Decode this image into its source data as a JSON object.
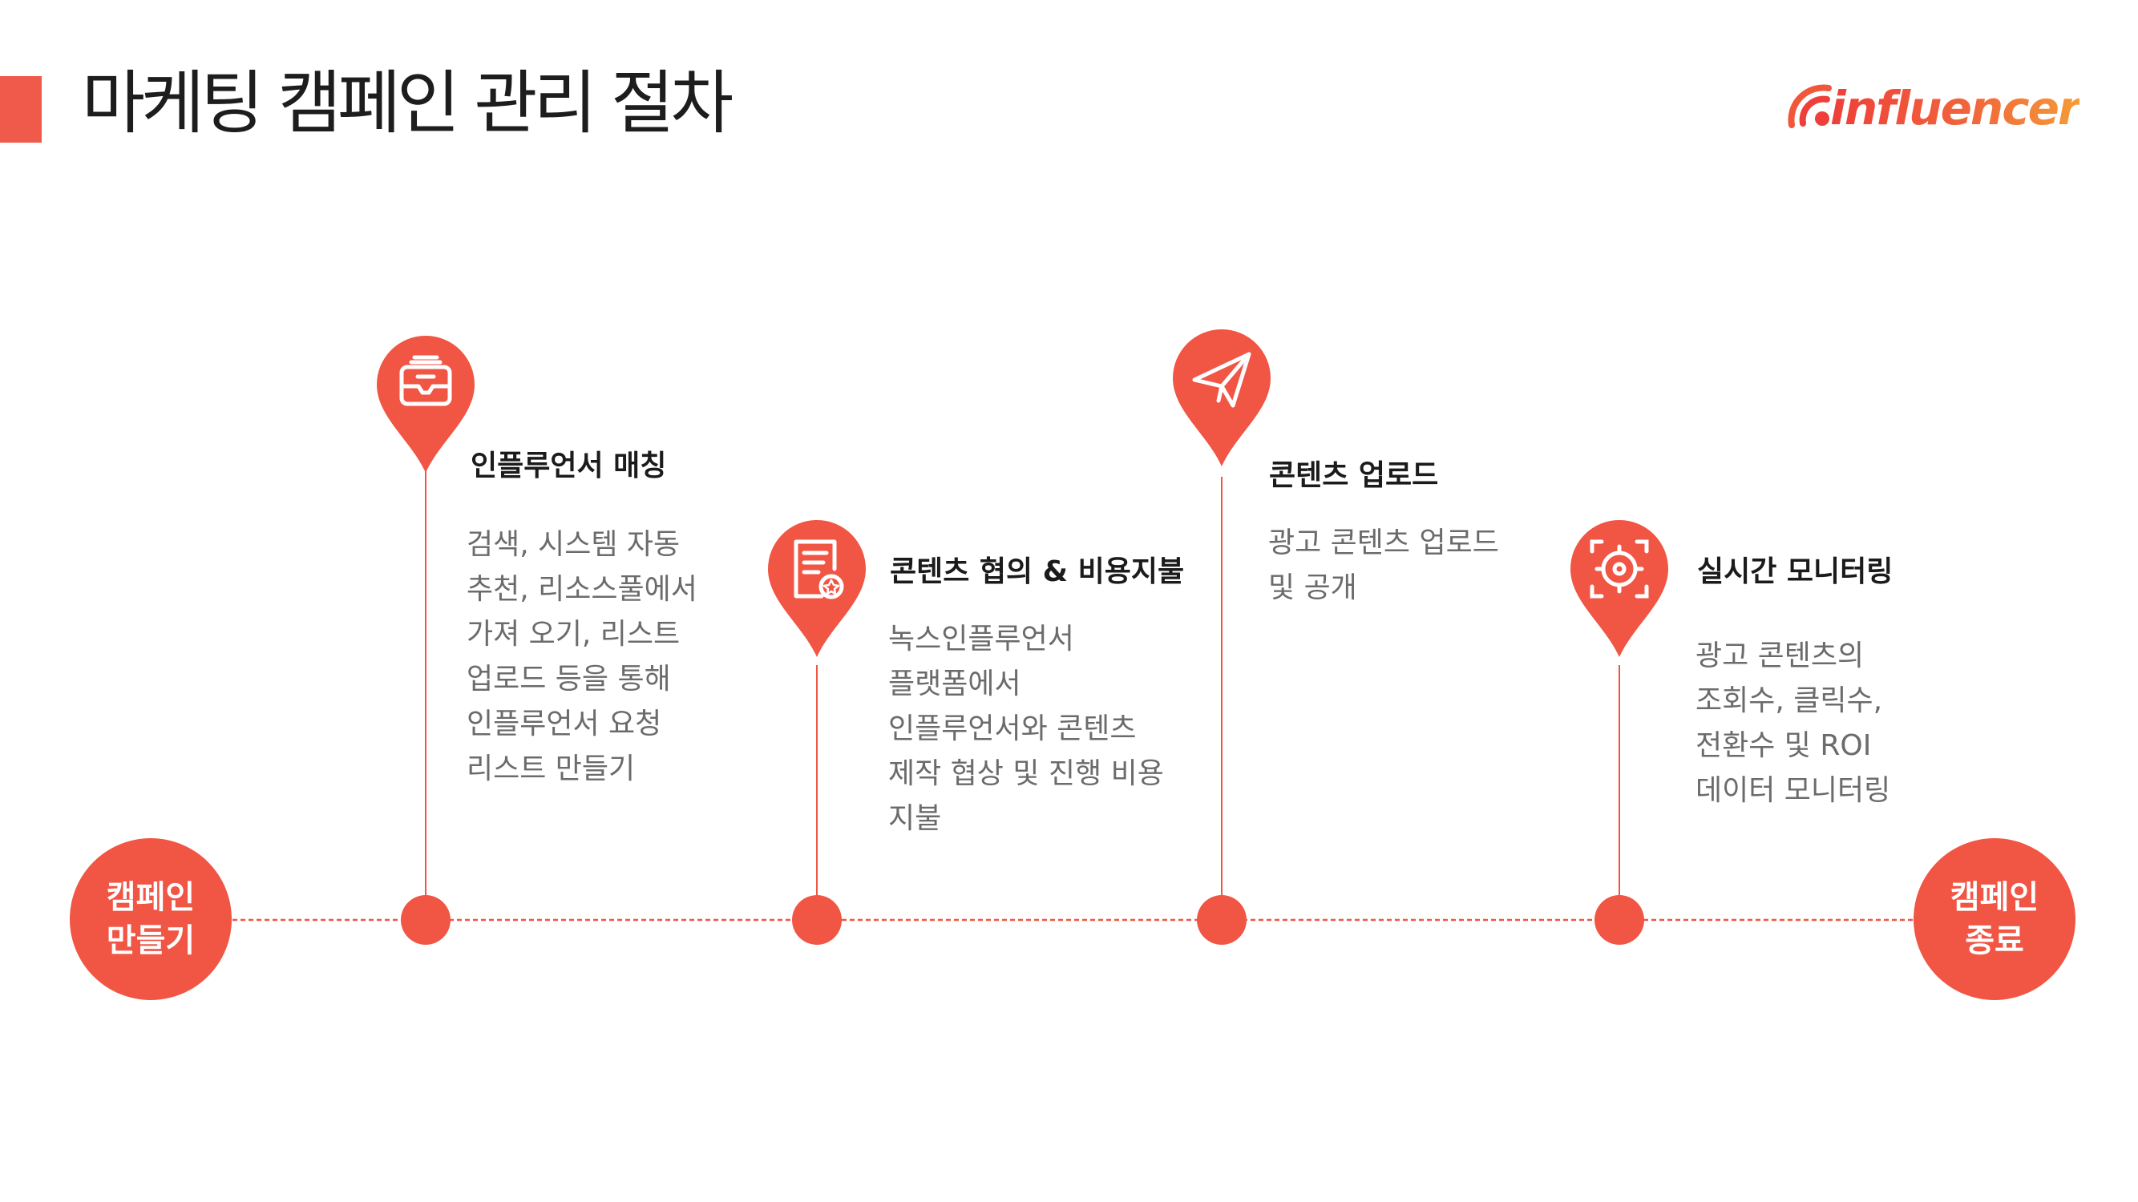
{
  "header": {
    "title": "마케팅 캠페인 관리 절차",
    "logo_text": "influencer"
  },
  "timeline": {
    "start_label": "캠페인\n만들기",
    "end_label": "캠페인\n종료",
    "steps": [
      {
        "title": "인플루언서 매칭",
        "description": "검색, 시스템 자동\n추천, 리소스풀에서\n가져 오기, 리스트\n업로드 등을 통해\n인플루언서 요청\n리스트 만들기",
        "icon": "mail-inbox-icon"
      },
      {
        "title": "콘텐츠 협의 & 비용지불",
        "description": "녹스인플루언서\n플랫폼에서\n인플루언서와 콘텐츠\n제작 협상 및 진행 비용\n지불",
        "icon": "document-badge-icon"
      },
      {
        "title": "콘텐츠 업로드",
        "description": "광고 콘텐츠 업로드\n및 공개",
        "icon": "paper-plane-icon"
      },
      {
        "title": "실시간 모니터링",
        "description": "광고 콘텐츠의\n조회수, 클릭수,\n전환수 및 ROI\n데이터 모니터링",
        "icon": "target-focus-icon"
      }
    ]
  },
  "colors": {
    "accent": "#f15544",
    "title": "#1d1d1d",
    "body_text": "#6b6b6b"
  }
}
